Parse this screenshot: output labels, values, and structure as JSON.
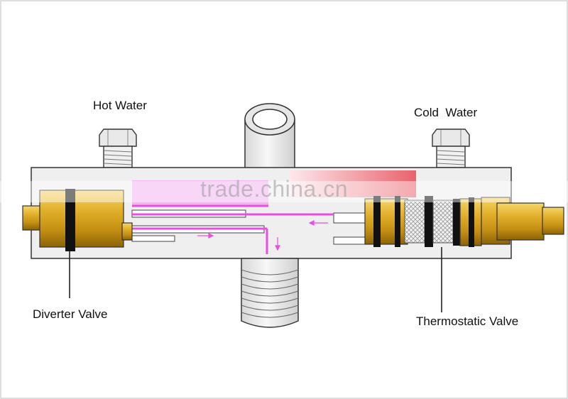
{
  "labels": {
    "hot_water": "Hot Water",
    "cold_water": "Cold  Water",
    "diverter_valve": "Diverter Valve",
    "thermostatic_valve": "Thermostatic Valve"
  },
  "watermark": "trade.china.cn",
  "colors": {
    "hot": "#e85a6a",
    "flow": "#e84ee0",
    "cold": "#7ab8f0",
    "brass": "#d9a31c",
    "body": "#efefef",
    "outline": "#222222"
  },
  "icons": {
    "flow_arrow": "flow-arrow-icon"
  }
}
